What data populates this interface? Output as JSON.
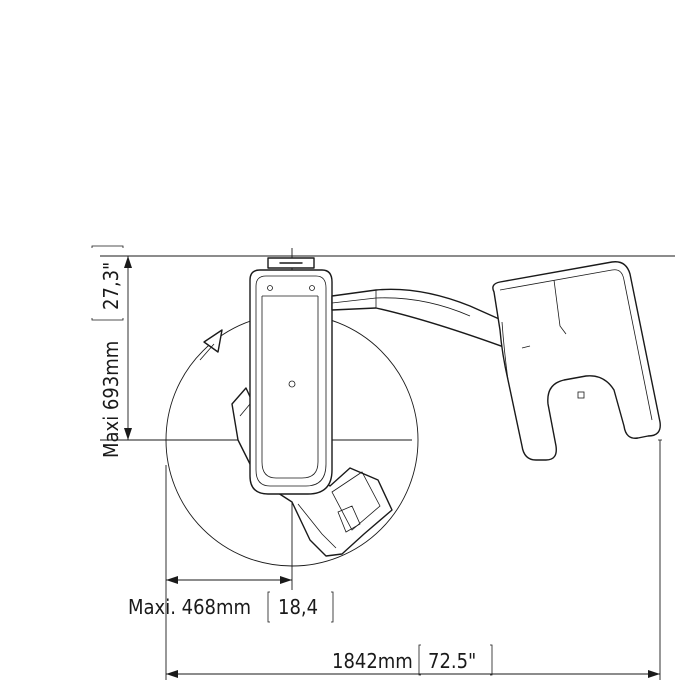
{
  "dimensions": {
    "height": {
      "metric": "Maxi 693mm",
      "imperial": "27,3\""
    },
    "swing": {
      "metric": "Maxi. 468mm",
      "imperial": "18,4"
    },
    "width": {
      "metric": "1842mm",
      "imperial": "72.5\""
    }
  }
}
